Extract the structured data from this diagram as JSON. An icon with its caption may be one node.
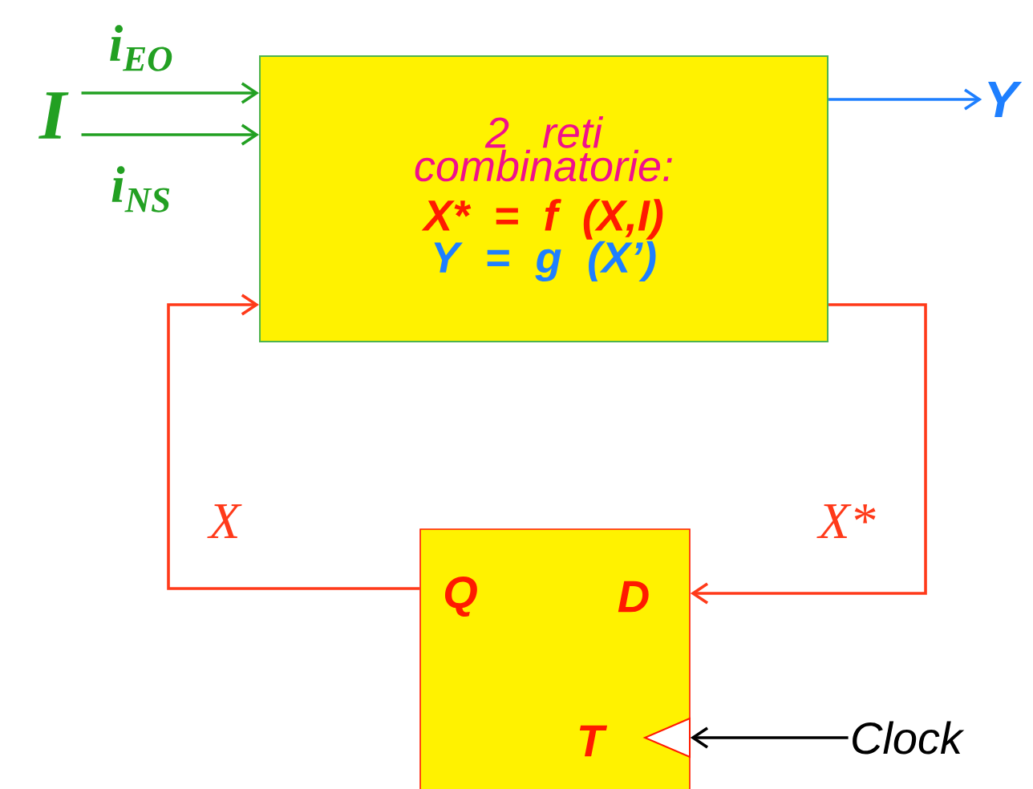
{
  "diagram": {
    "nodes": [
      {
        "text": [
          "I"
        ]
      },
      {
        "text": [
          "2 reti combinatorie:",
          "X* = f (X,I)",
          "Y = g (X’)"
        ]
      },
      {
        "text": [
          "Y"
        ]
      },
      {
        "text": [
          "Q",
          "D",
          "T"
        ]
      },
      {
        "text": [
          "Clock"
        ]
      }
    ],
    "edges": [
      {
        "from": 0,
        "to": 1,
        "arrow": "to",
        "label": "i$_{EO}$",
        "color": "#22a022"
      },
      {
        "from": 0,
        "to": 1,
        "arrow": "to",
        "label": "i$_{NS}$",
        "color": "#22a022"
      },
      {
        "from": 1,
        "to": 2,
        "arrow": "to",
        "color": "#1e7fff"
      },
      {
        "from": 1,
        "to": 3,
        "arrow": "to",
        "label": "X*",
        "color": "#ff3a1a"
      },
      {
        "from": 3,
        "to": 1,
        "arrow": "to",
        "label": "X",
        "color": "#ff3a1a"
      },
      {
        "from": 4,
        "to": 3,
        "arrow": "to",
        "color": "#000000"
      }
    ]
  }
}
